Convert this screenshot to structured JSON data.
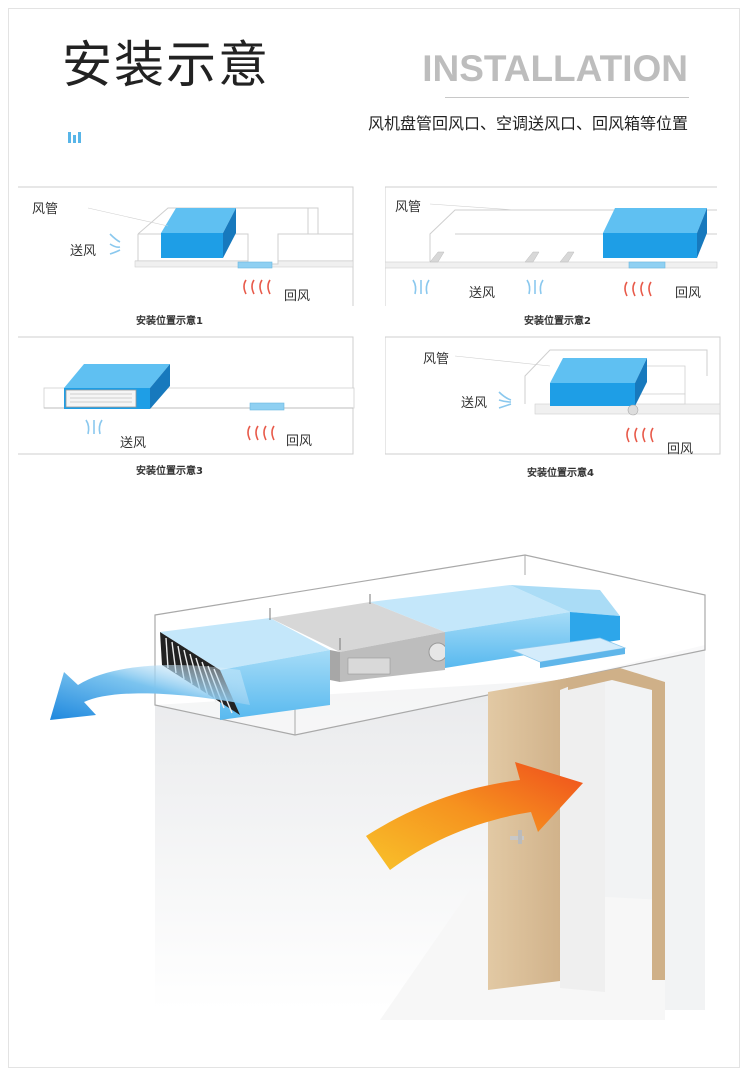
{
  "header": {
    "title_cn": "安装示意",
    "title_en": "INSTALLATION",
    "subtitle": "风机盘管回风口、空调送风口、回风箱等位置"
  },
  "labels": {
    "duct": "风管",
    "supply_air": "送风",
    "return_air": "回风"
  },
  "diagrams": [
    {
      "caption": "安装位置示意1"
    },
    {
      "caption": "安装位置示意2"
    },
    {
      "caption": "安装位置示意3"
    },
    {
      "caption": "安装位置示意4"
    }
  ],
  "colors": {
    "unit_blue": "#1e9ee6",
    "supply_arrow_blue": "#8ac8ee",
    "return_arrow_red": "#e85a4a",
    "big_arrow_orange": "#f07a1e",
    "big_arrow_yellow": "#f8c22a",
    "accent": "#58b5e8"
  }
}
